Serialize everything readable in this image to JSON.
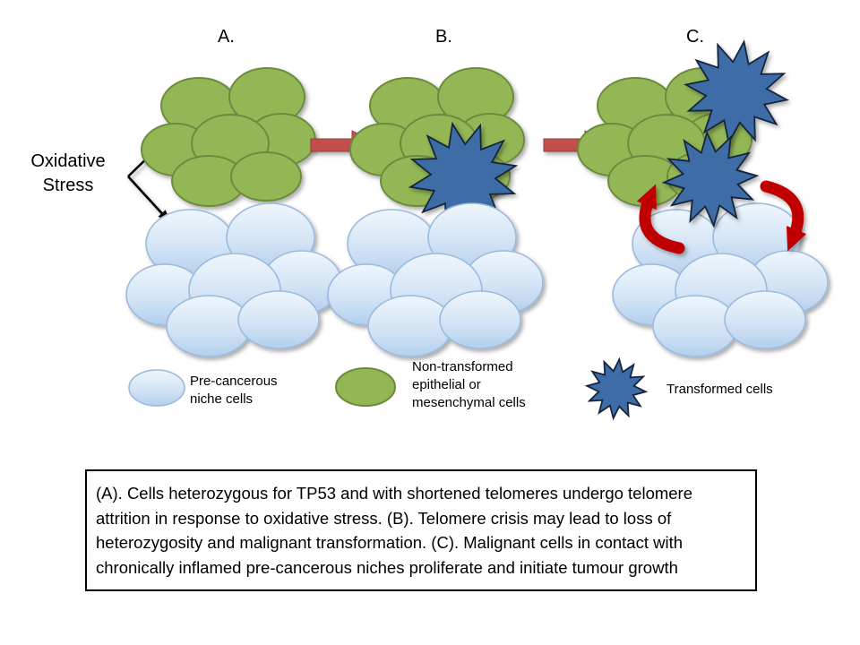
{
  "panels": {
    "a": {
      "label": "A."
    },
    "b": {
      "label": "B."
    },
    "c": {
      "label": "C."
    }
  },
  "annotations": {
    "oxidative_stress": "Oxidative Stress"
  },
  "legend": {
    "niche_label": "Pre-cancerous niche cells",
    "epithelial_label": "Non-transformed epithelial or mesenchymal cells",
    "transformed_label": "Transformed cells"
  },
  "caption": "(A). Cells heterozygous for TP53 and with shortened telomeres undergo telomere attrition in response to oxidative stress.  (B). Telomere crisis may lead to loss of heterozygosity and malignant transformation.  (C). Malignant cells in contact with chronically inflamed pre-cancerous niches proliferate and initiate tumour growth",
  "colors": {
    "green-fill": "#93b755",
    "green-stroke": "#6d8b3c",
    "blue-light": "#eff6fc",
    "blue-mid": "#d3e4f5",
    "blue-deep": "#b3cfec",
    "blue-stroke": "#9cbade",
    "star-fill": "#3e6ca6",
    "star-stroke": "#17253d",
    "arrow-red": "#c0504d",
    "arrow-red-edge": "#99403e",
    "curved-red": "#c00000",
    "black": "#000000"
  }
}
